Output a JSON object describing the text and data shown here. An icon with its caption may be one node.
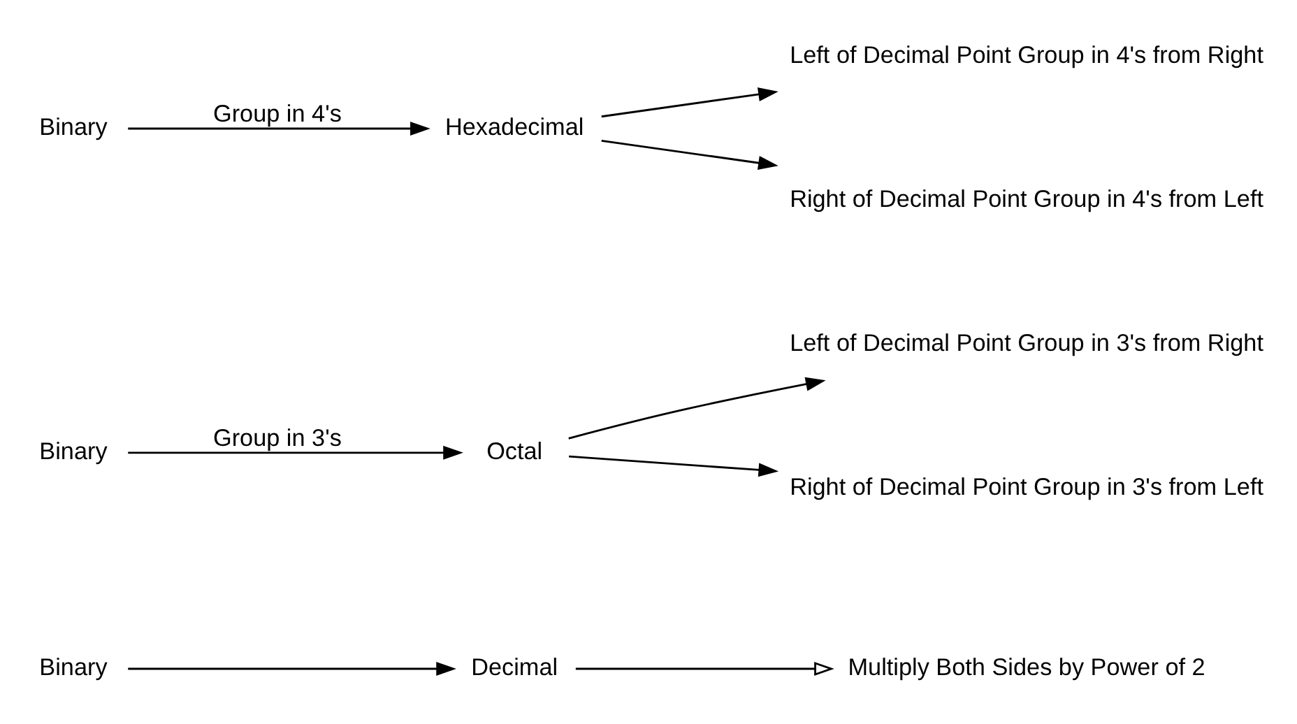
{
  "diagram": {
    "nodes": [
      {
        "text": [
          "Binary"
        ]
      },
      {
        "text": [
          "Decimal"
        ]
      },
      {
        "text": [
          "Multiply Both Sides by Power of 2"
        ]
      },
      {
        "text": [
          "Binary"
        ]
      },
      {
        "text": [
          "Octal"
        ]
      },
      {
        "text": [
          "Left of Decimal Point Group in 3's from Right"
        ]
      },
      {
        "text": [
          "Right of Decimal Point Group in 3's from Left"
        ]
      },
      {
        "text": [
          "Binary"
        ]
      },
      {
        "text": [
          "Hexadecimal"
        ]
      },
      {
        "text": [
          "Left of Decimal Point Group in 4's from Right"
        ]
      },
      {
        "text": [
          "Right of Decimal Point Group in 4's from Left"
        ]
      }
    ],
    "edges": [
      {
        "from": 0,
        "to": 1,
        "arrow": "to"
      },
      {
        "from": 1,
        "to": 2,
        "arrow": "to"
      },
      {
        "from": 3,
        "to": 4,
        "arrow": "to",
        "label": "Group in 3's"
      },
      {
        "from": 4,
        "to": 5,
        "arrow": "to"
      },
      {
        "from": 4,
        "to": 6,
        "arrow": "to"
      },
      {
        "from": 7,
        "to": 8,
        "arrow": "to",
        "label": "Group in 4's"
      },
      {
        "from": 8,
        "to": 9,
        "arrow": "to"
      },
      {
        "from": 8,
        "to": 10,
        "arrow": "to"
      }
    ]
  }
}
